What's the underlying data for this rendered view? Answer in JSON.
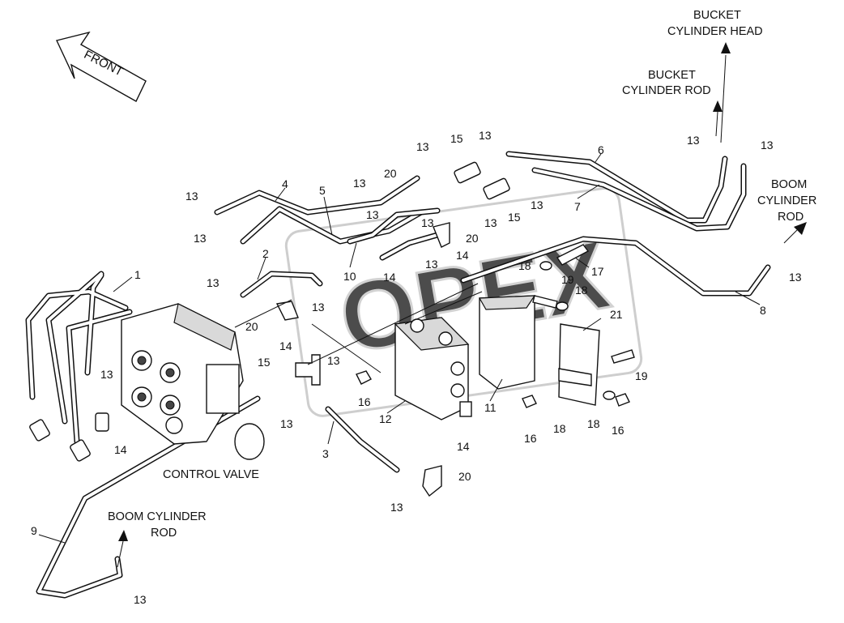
{
  "front_label": "FRONT",
  "captions": {
    "bucket_head": [
      "BUCKET",
      "CYLINDER HEAD"
    ],
    "bucket_rod": [
      "BUCKET",
      "CYLINDER ROD"
    ],
    "boom_rod_right": [
      "BOOM",
      "CYLINDER",
      "ROD"
    ],
    "boom_rod_left": [
      "BOOM CYLINDER",
      "ROD"
    ],
    "control_valve": "CONTROL VALVE"
  },
  "watermark": "OPEX",
  "callouts": [
    "1",
    "2",
    "3",
    "4",
    "5",
    "6",
    "7",
    "8",
    "9",
    "10",
    "11",
    "12",
    "13",
    "13",
    "13",
    "13",
    "13",
    "13",
    "13",
    "13",
    "13",
    "13",
    "13",
    "13",
    "13",
    "13",
    "13",
    "13",
    "13",
    "13",
    "13",
    "13",
    "14",
    "14",
    "14",
    "14",
    "14",
    "15",
    "15",
    "15",
    "16",
    "16",
    "16",
    "17",
    "18",
    "18",
    "18",
    "18",
    "19",
    "19",
    "20",
    "20",
    "20",
    "20",
    "21"
  ]
}
